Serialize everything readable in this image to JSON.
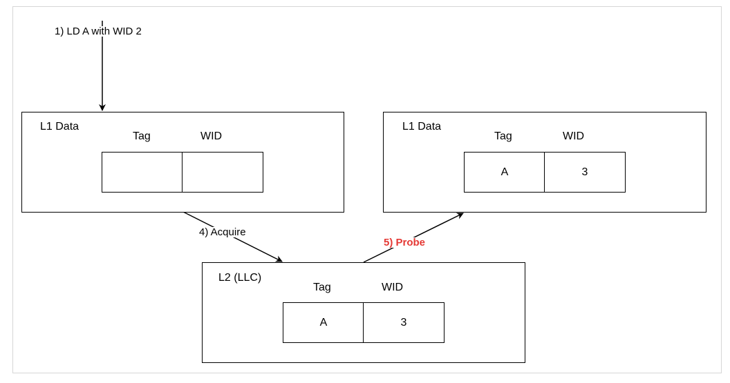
{
  "step1": {
    "label": "1) LD A with WID 2"
  },
  "l1_left": {
    "title": "L1 Data",
    "col_tag": "Tag",
    "col_wid": "WID",
    "tag_value": "",
    "wid_value": ""
  },
  "l1_right": {
    "title": "L1 Data",
    "col_tag": "Tag",
    "col_wid": "WID",
    "tag_value": "A",
    "wid_value": "3"
  },
  "l2": {
    "title": "L2 (LLC)",
    "col_tag": "Tag",
    "col_wid": "WID",
    "tag_value": "A",
    "wid_value": "3"
  },
  "edges": {
    "acquire": {
      "label": "4) Acquire"
    },
    "probe": {
      "label": "5) Probe",
      "color": "#e53935"
    }
  }
}
